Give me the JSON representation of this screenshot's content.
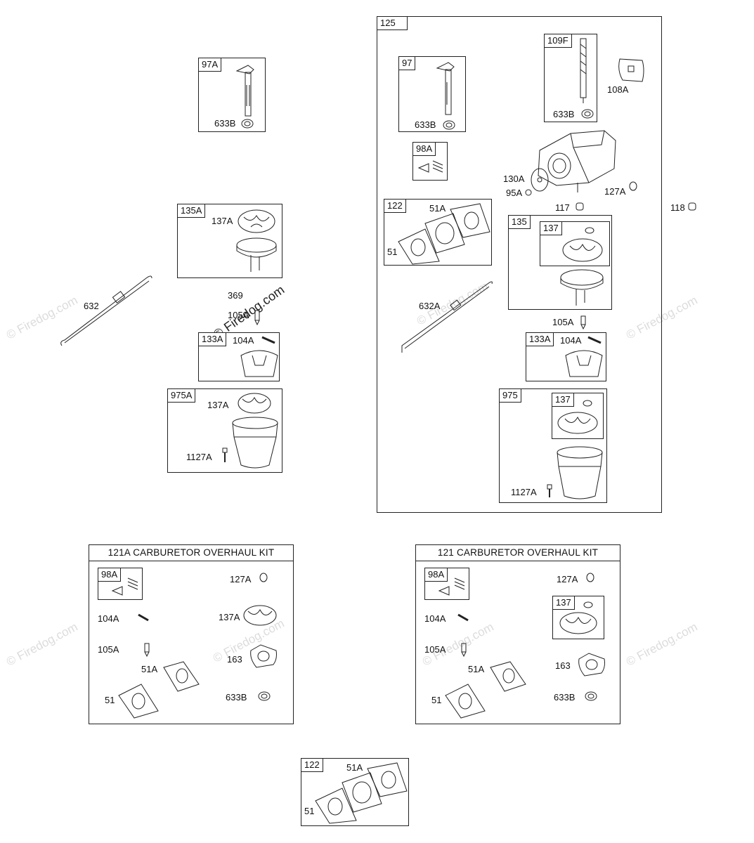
{
  "watermark": "© Firedog.com",
  "labels": {
    "p97A": "97A",
    "p633B": "633B",
    "p135A": "135A",
    "p137A": "137A",
    "p632": "632",
    "p369": "369",
    "p105A": "105A",
    "p133A": "133A",
    "p104A": "104A",
    "p975A": "975A",
    "p1127A": "1127A",
    "p125": "125",
    "p97": "97",
    "p109F": "109F",
    "p108A": "108A",
    "p98A": "98A",
    "p130A": "130A",
    "p95A": "95A",
    "p127A": "127A",
    "p122": "122",
    "p51A": "51A",
    "p51": "51",
    "p117": "117",
    "p118": "118",
    "p135": "135",
    "p137": "137",
    "p632A": "632A",
    "p975": "975",
    "p163": "163"
  },
  "kits": {
    "kit121A_title": "121A CARBURETOR OVERHAUL KIT",
    "kit121_title": "121 CARBURETOR OVERHAUL KIT"
  }
}
